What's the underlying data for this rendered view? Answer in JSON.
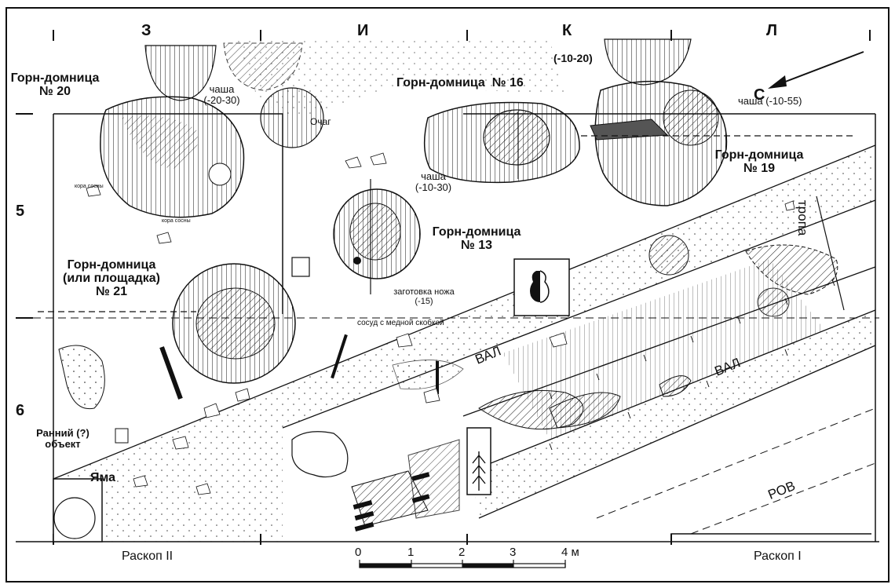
{
  "grid": {
    "columns": [
      "З",
      "И",
      "К",
      "Л"
    ],
    "rows": [
      "5",
      "6"
    ]
  },
  "north_arrow": {
    "label": "С"
  },
  "features": {
    "furnace_20": "Горн-домница\n№ 20",
    "furnace_16": "Горн-домница  № 16",
    "furnace_19": "Горн-домница\n№ 19",
    "furnace_13": "Горн-домница\n№ 13",
    "furnace_21": "Горн-домница\n(или площадка)\n№ 21",
    "early_object": "Ранний (?)\nобъект",
    "pit": "Яма",
    "hearth": "Очаг",
    "path": "тропа",
    "rampart_1": "ВАЛ",
    "rampart_2": "ВАЛ",
    "ditch": "РОВ",
    "excavation_2": "Раскоп II",
    "excavation_1": "Раскоп I"
  },
  "annotations": {
    "bowl_top": "чаша\n(-20-30)",
    "bowl_16": "чаша (-10-55)",
    "bowl_13": "чаша\n(-10-30)",
    "knife_blank": "заготовка ножа\n(-15)",
    "vessel_bracket": "сосуд с медной скобкой",
    "pine_bark_1": "кора сосны",
    "pine_bark_2": "кора сосны",
    "depth_k": "(-10-20)"
  },
  "scale_bar": {
    "ticks": [
      "0",
      "1",
      "2",
      "3",
      "4 м"
    ]
  }
}
